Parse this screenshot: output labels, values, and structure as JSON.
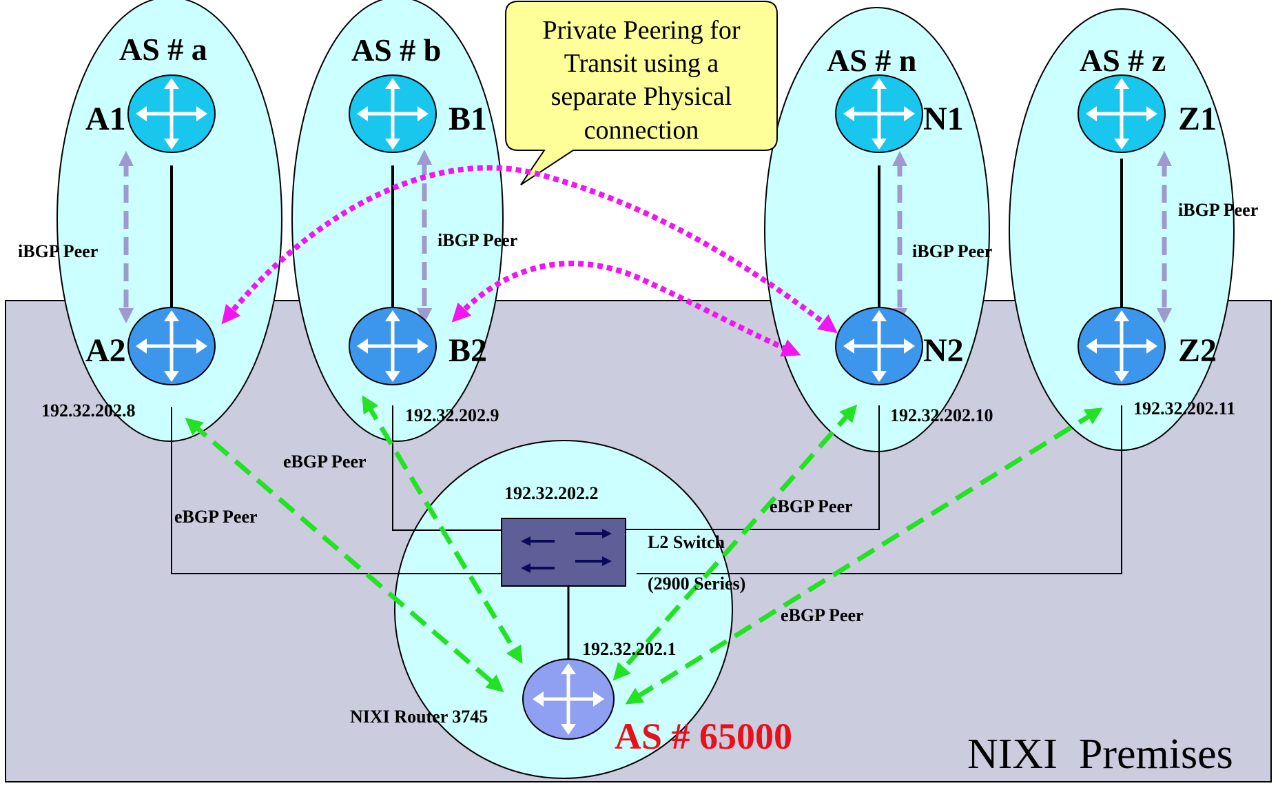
{
  "colors": {
    "premises_fill": "#ccccdf",
    "as_ellipse_fill": "#ccffff",
    "router_top_fill": "#19c6ee",
    "router_bottom_fill": "#3c97ec",
    "router_nixi_fill": "#8f9ff1",
    "switch_fill": "#5e5f97",
    "callout_fill": "#ffff99",
    "ibgp_arrow": "#9e9ad0",
    "ebgp_arrow": "#23e223",
    "private_peering_arrow": "#f116f1",
    "as_65000_text": "#e8101a"
  },
  "icons": {
    "router": "router-arrows-icon",
    "switch": "l2-switch-icon"
  },
  "autonomous_systems": [
    {
      "label": "AS # a",
      "top_router": "A1",
      "bottom_router": "A2",
      "ip": "192.32.202.8",
      "ibgp_label": "iBGP Peer",
      "ebgp_label": "eBGP Peer"
    },
    {
      "label": "AS # b",
      "top_router": "B1",
      "bottom_router": "B2",
      "ip": "192.32.202.9",
      "ibgp_label": "iBGP Peer",
      "ebgp_label": "eBGP Peer"
    },
    {
      "label": "AS # n",
      "top_router": "N1",
      "bottom_router": "N2",
      "ip": "192.32.202.10",
      "ibgp_label": "iBGP Peer",
      "ebgp_label": "eBGP Peer"
    },
    {
      "label": "AS # z",
      "top_router": "Z1",
      "bottom_router": "Z2",
      "ip": "192.32.202.11",
      "ibgp_label": "iBGP Peer",
      "ebgp_label": "eBGP Peer"
    }
  ],
  "callout": {
    "lines": [
      "Private Peering for",
      "Transit using a",
      "separate Physical",
      "connection"
    ]
  },
  "switch": {
    "ip": "192.32.202.2",
    "label": "L2 Switch",
    "series": "(2900 Series)"
  },
  "nixi_router": {
    "ip": "192.32.202.1",
    "label": "NIXI Router 3745",
    "as_label": "AS # 65000"
  },
  "premises_label": "NIXI  Premises"
}
